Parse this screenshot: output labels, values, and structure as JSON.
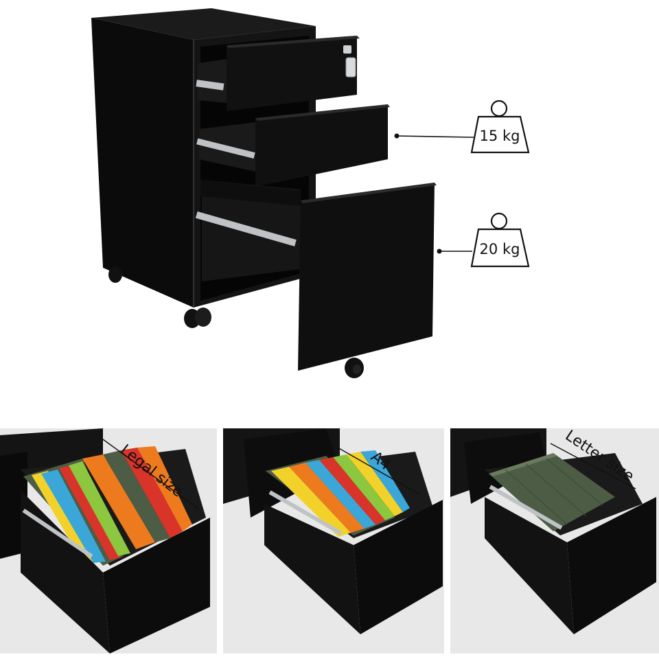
{
  "weights": {
    "middle_drawer": "15 kg",
    "bottom_drawer": "20 kg"
  },
  "sizes": [
    {
      "label": "Legal size"
    },
    {
      "label": "A4"
    },
    {
      "label": "Letter size"
    }
  ],
  "colors": {
    "cabinet": "#0d0d0d",
    "cabinet_edge": "#2a2a2a",
    "rail": "#bfc3c6",
    "panel_bg": "#e8e8e8",
    "folder_green": "#4d5c44",
    "folder_orange": "#ee7a1e",
    "folder_red": "#d8342a",
    "folder_yellow": "#f2d22a",
    "folder_blue": "#3aa7d8",
    "folder_lightgreen": "#8dc63f"
  }
}
